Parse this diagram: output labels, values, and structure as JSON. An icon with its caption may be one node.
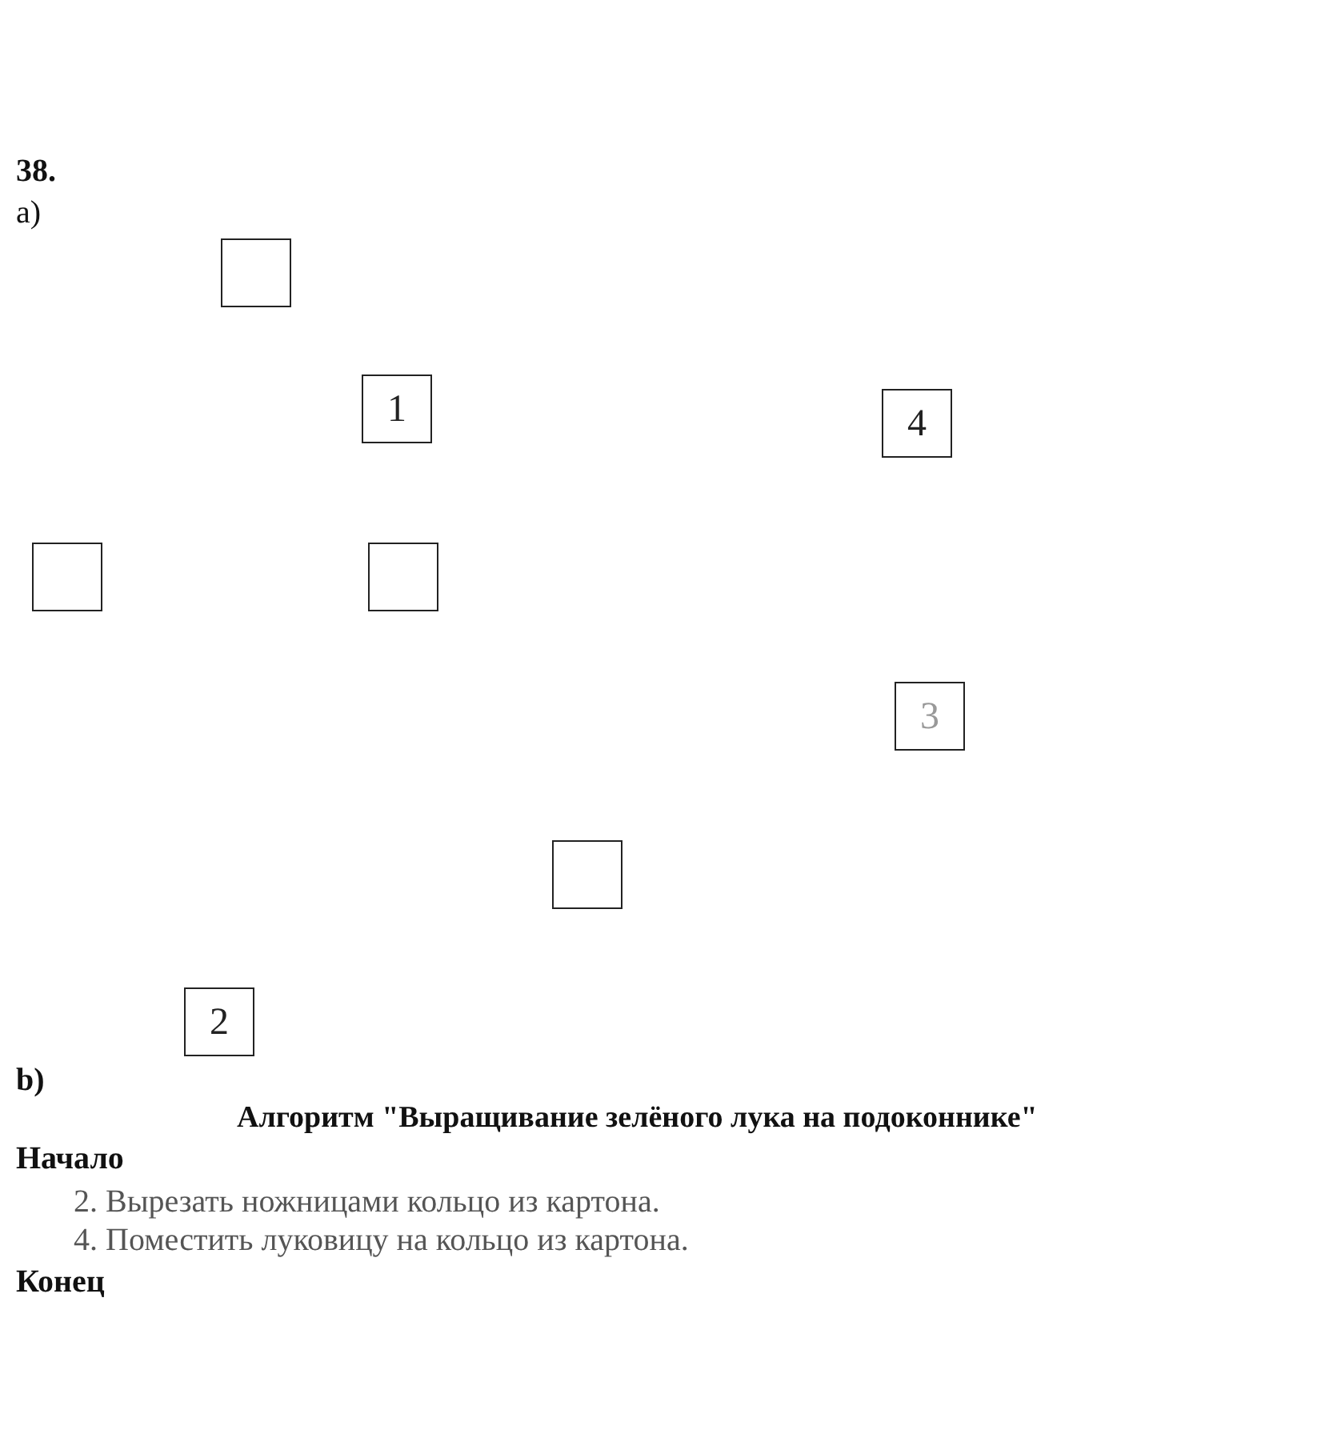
{
  "diagram": {
    "nodes": [
      {
        "text": [],
        "shape": "box"
      },
      {
        "text": [
          "1"
        ]
      },
      {
        "text": [
          "4"
        ]
      },
      {
        "text": [],
        "shape": "box"
      },
      {
        "text": [],
        "shape": "box"
      },
      {
        "text": [
          "3"
        ]
      },
      {
        "text": [],
        "shape": "box"
      },
      {
        "text": [
          "2"
        ]
      }
    ],
    "labels": [
      "38.",
      "а)",
      "b)",
      "Алгоритм \"Выращивание зелёного лука на подоконнике\"",
      "Начало",
      "2. Вырезать ножницами кольцо из картона.",
      "4. Поместить луковицу на кольцо из картона.",
      "Конец"
    ]
  }
}
